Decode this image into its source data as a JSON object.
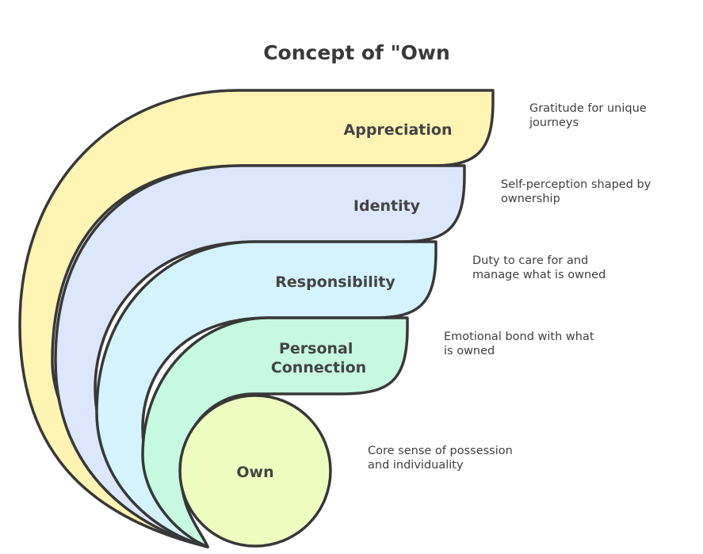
{
  "title": "Concept of \"Own",
  "layers": [
    {
      "label_lines": [
        "Appreciation"
      ],
      "description_lines": [
        "Gratitude for unique",
        "journeys"
      ],
      "color": "#fff4b3"
    },
    {
      "label_lines": [
        "Identity"
      ],
      "description_lines": [
        "Self-perception shaped by",
        "ownership"
      ],
      "color": "#dce7fd"
    },
    {
      "label_lines": [
        "Responsibility"
      ],
      "description_lines": [
        "Duty to care for and",
        "manage what is owned"
      ],
      "color": "#d4f3fd"
    },
    {
      "label_lines": [
        "Personal",
        "Connection"
      ],
      "description_lines": [
        "Emotional bond with what",
        "is owned"
      ],
      "color": "#c7f8e2"
    },
    {
      "label_lines": [
        "Own"
      ],
      "description_lines": [
        "Core sense of possession",
        "and individuality"
      ],
      "color": "#eefcc0"
    }
  ]
}
